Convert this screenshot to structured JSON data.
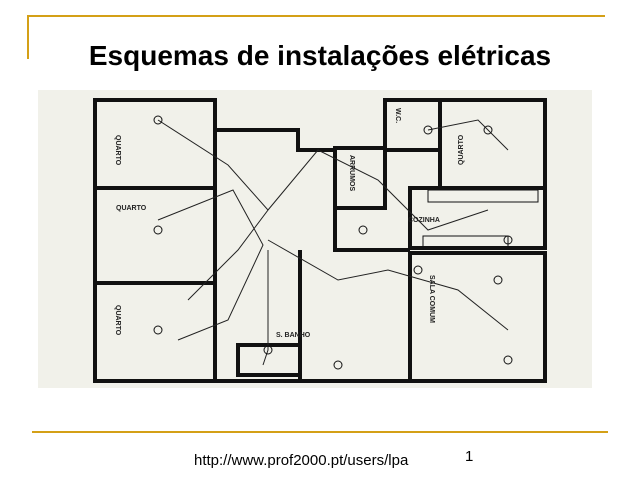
{
  "slide": {
    "title": "Esquemas de instalações elétricas",
    "footer_url": "http://www.prof2000.pt/users/lpa",
    "page_number": "1",
    "accent_color": "#d4a017"
  },
  "floor_plan": {
    "rooms": {
      "quarto_1": "QUARTO",
      "quarto_2": "QUARTO",
      "quarto_3": "QUARTO",
      "quarto_4": "QUARTO",
      "wc": "W.C.",
      "arrumos": "ARRUMOS",
      "cozinha": "COZINHA",
      "sala": "SALA COMUM",
      "banho": "S. BANHO"
    }
  }
}
